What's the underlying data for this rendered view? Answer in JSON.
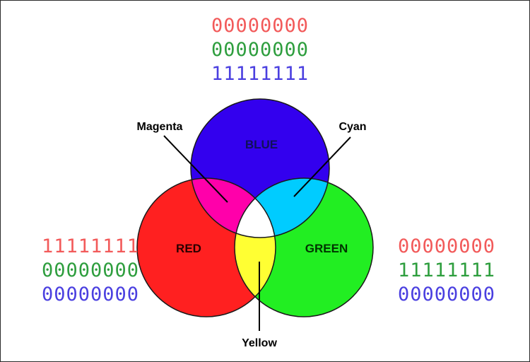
{
  "colors": {
    "red": "#ff2020",
    "green": "#22ee22",
    "blue": "#3300ee",
    "magenta": "#ff00aa",
    "cyan": "#00ccff",
    "yellow": "#ffff33",
    "white": "#ffffff",
    "bin_red": "#f25a5a",
    "bin_green": "#2e9e3e",
    "bin_blue": "#4a3fe0"
  },
  "circles": {
    "blue": {
      "label": "BLUE"
    },
    "red": {
      "label": "RED"
    },
    "green": {
      "label": "GREEN"
    }
  },
  "mixes": {
    "magenta": "Magenta",
    "cyan": "Cyan",
    "yellow": "Yellow"
  },
  "binary": {
    "top": {
      "r": "00000000",
      "g": "00000000",
      "b": "11111111"
    },
    "left": {
      "r": "11111111",
      "g": "00000000",
      "b": "00000000"
    },
    "right": {
      "r": "00000000",
      "g": "11111111",
      "b": "00000000"
    }
  }
}
